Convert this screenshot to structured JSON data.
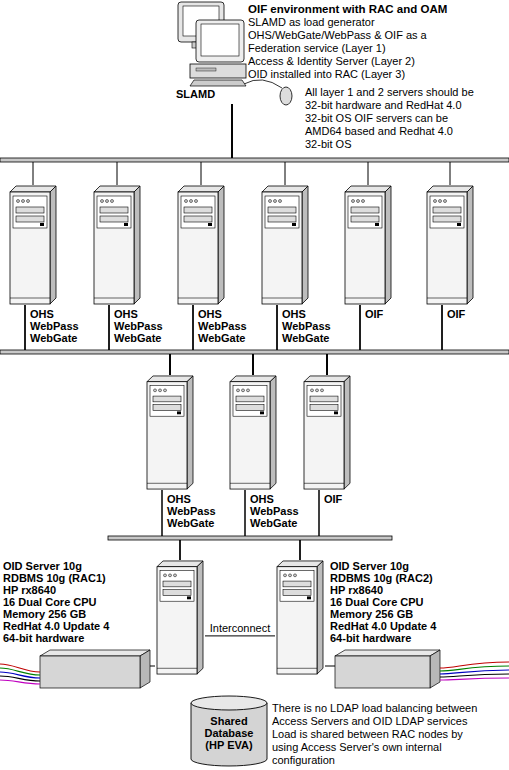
{
  "diagram": {
    "title": "OIF environment with RAC and OAM",
    "nodes": [
      {
        "text": [
          "SLAMD"
        ]
      },
      {
        "text": [
          "OHS",
          "WebPass",
          "WebGate"
        ]
      },
      {
        "text": [
          "OHS",
          "WebPass",
          "WebGate"
        ]
      },
      {
        "text": [
          "OHS",
          "WebPass",
          "WebGate"
        ]
      },
      {
        "text": [
          "OHS",
          "WebPass",
          "WebGate"
        ]
      },
      {
        "text": [
          "OIF"
        ]
      },
      {
        "text": [
          "OIF"
        ]
      },
      {
        "text": [
          "OHS",
          "WebPass",
          "WebGate"
        ]
      },
      {
        "text": [
          "OHS",
          "WebPass",
          "WebGate"
        ]
      },
      {
        "text": [
          "OIF"
        ]
      },
      {
        "text": [
          "OID Server 10g",
          "RDBMS 10g (RAC1)",
          "HP rx8640",
          "16 Dual Core CPU",
          "Memory 256 GB",
          "RedHat 4.0 Update 4",
          "64-bit hardware"
        ]
      },
      {
        "text": [
          "OID Server 10g",
          "RDBMS 10g (RAC2)",
          "HP rx8640",
          "16 Dual Core CPU",
          "Memory 256 GB",
          "RedHat 4.0 Update 4",
          "64-bit hardware"
        ]
      },
      {
        "text": [
          "Shared Database (HP EVA)"
        ]
      }
    ],
    "edges": [
      {
        "from": 0,
        "to": 1,
        "arrow": "none"
      },
      {
        "from": 0,
        "to": 2,
        "arrow": "none"
      },
      {
        "from": 0,
        "to": 3,
        "arrow": "none"
      },
      {
        "from": 0,
        "to": 4,
        "arrow": "none"
      },
      {
        "from": 0,
        "to": 5,
        "arrow": "none"
      },
      {
        "from": 0,
        "to": 6,
        "arrow": "none"
      },
      {
        "from": 1,
        "to": 7,
        "arrow": "none"
      },
      {
        "from": 1,
        "to": 8,
        "arrow": "none"
      },
      {
        "from": 1,
        "to": 9,
        "arrow": "none"
      },
      {
        "from": 2,
        "to": 7,
        "arrow": "none"
      },
      {
        "from": 2,
        "to": 8,
        "arrow": "none"
      },
      {
        "from": 2,
        "to": 9,
        "arrow": "none"
      },
      {
        "from": 3,
        "to": 7,
        "arrow": "none"
      },
      {
        "from": 3,
        "to": 8,
        "arrow": "none"
      },
      {
        "from": 3,
        "to": 9,
        "arrow": "none"
      },
      {
        "from": 4,
        "to": 7,
        "arrow": "none"
      },
      {
        "from": 4,
        "to": 8,
        "arrow": "none"
      },
      {
        "from": 4,
        "to": 9,
        "arrow": "none"
      },
      {
        "from": 5,
        "to": 7,
        "arrow": "none"
      },
      {
        "from": 5,
        "to": 8,
        "arrow": "none"
      },
      {
        "from": 5,
        "to": 9,
        "arrow": "none"
      },
      {
        "from": 6,
        "to": 7,
        "arrow": "none"
      },
      {
        "from": 6,
        "to": 8,
        "arrow": "none"
      },
      {
        "from": 6,
        "to": 9,
        "arrow": "none"
      },
      {
        "from": 7,
        "to": 10,
        "arrow": "none"
      },
      {
        "from": 7,
        "to": 11,
        "arrow": "none"
      },
      {
        "from": 8,
        "to": 10,
        "arrow": "none"
      },
      {
        "from": 8,
        "to": 11,
        "arrow": "none"
      },
      {
        "from": 9,
        "to": 10,
        "arrow": "none"
      },
      {
        "from": 9,
        "to": 11,
        "arrow": "none"
      },
      {
        "from": 10,
        "to": 11,
        "label": "Interconnect",
        "arrow": "none"
      }
    ],
    "labels": [
      "SLAMD as load generator",
      "OHS/WebGate/WebPass & OIF as a",
      "Federation service (Layer 1)",
      "Access & Identity Server (Layer 2)",
      "OID installed into RAC (Layer 3)",
      "All layer 1 and 2 servers should be",
      "32-bit hardware and RedHat 4.0",
      "32-bit OS OIF servers can be",
      "AMD64 based and Redhat 4.0",
      "32-bit OS",
      "There is no LDAP load balancing between",
      "Access Servers and OID LDAP services",
      "Load is shared between RAC nodes by",
      "using Access Server's own internal",
      "configuration"
    ]
  }
}
